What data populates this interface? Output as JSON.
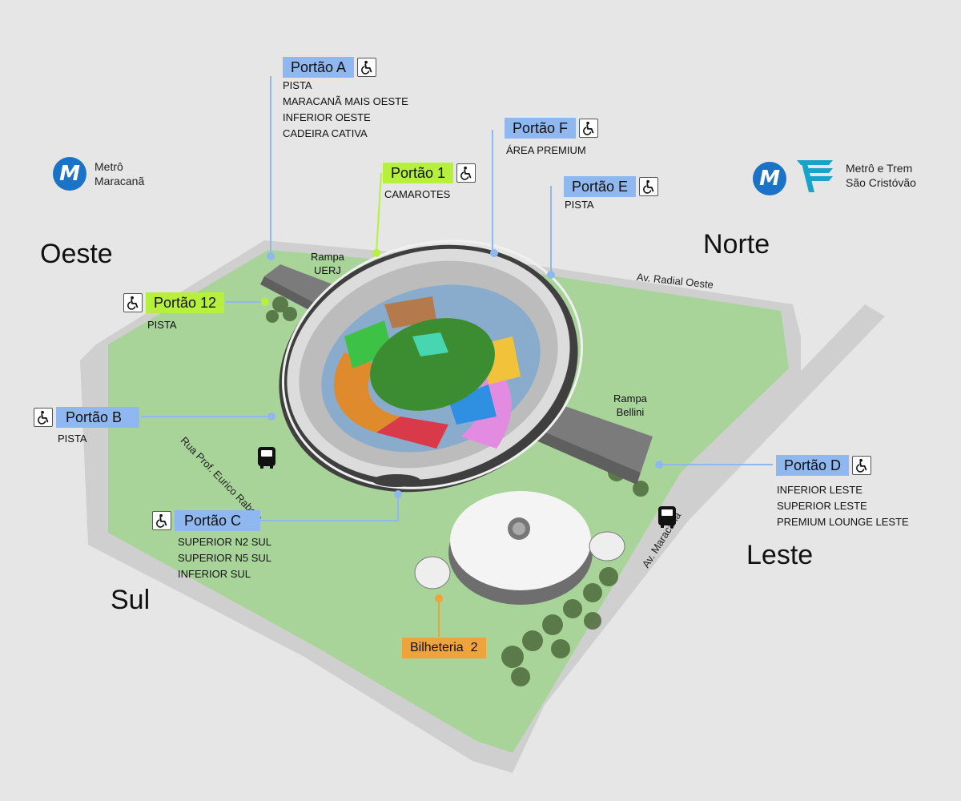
{
  "colors": {
    "background": "#e6e6e6",
    "park_green": "#a8d49a",
    "road": "#c7c7c7",
    "gate_blue": "#8fb7f0",
    "gate_green": "#b6f03c",
    "ticket_orange": "#eea33c",
    "metro_blue": "#1a73c6"
  },
  "directions": {
    "west": "Oeste",
    "north": "Norte",
    "east": "Leste",
    "south": "Sul"
  },
  "metro": {
    "maracana": {
      "logo": "M",
      "line1": "Metrô",
      "line2": "Maracanã"
    },
    "sao_cristovao": {
      "logo": "M",
      "line1": "Metrô e Trem",
      "line2": "São Cristóvão"
    }
  },
  "streets": {
    "radial_oeste": "Av. Radial Oeste",
    "eurico_rabelo": "Rua Prof. Eurico Rabelo",
    "av_maracana": "Av. Maracanã"
  },
  "ramps": {
    "uerj": {
      "line1": "Rampa",
      "line2": "UERJ"
    },
    "bellini": {
      "line1": "Rampa",
      "line2": "Bellini"
    }
  },
  "gates": {
    "a": {
      "label": "Portão A",
      "icon": "wheelchair-icon",
      "sectors": [
        "PISTA",
        "MARACANÃ MAIS OESTE",
        "INFERIOR OESTE",
        "CADEIRA CATIVA"
      ]
    },
    "f": {
      "label": "Portão F",
      "icon": "wheelchair-icon",
      "sectors": [
        "ÁREA PREMIUM"
      ]
    },
    "one": {
      "label": "Portão 1",
      "icon": "wheelchair-icon",
      "sectors": [
        "CAMAROTES"
      ]
    },
    "e": {
      "label": "Portão E",
      "icon": "wheelchair-icon",
      "sectors": [
        "PISTA"
      ]
    },
    "twelve": {
      "label": "Portão 12",
      "icon": "wheelchair-icon",
      "sectors": [
        "PISTA"
      ]
    },
    "b": {
      "label": "Portão B",
      "icon": "wheelchair-icon",
      "sectors": [
        "PISTA"
      ]
    },
    "d": {
      "label": "Portão D",
      "icon": "wheelchair-icon",
      "sectors": [
        "INFERIOR LESTE",
        "SUPERIOR LESTE",
        "PREMIUM LOUNGE LESTE"
      ]
    },
    "c": {
      "label": "Portão C",
      "icon": "wheelchair-icon",
      "sectors": [
        "SUPERIOR N2 SUL",
        "SUPERIOR N5 SUL",
        "INFERIOR SUL"
      ]
    }
  },
  "ticket_office": {
    "label": "Bilheteria  2"
  },
  "bus_stops": [
    "bus-icon",
    "bus-icon"
  ]
}
